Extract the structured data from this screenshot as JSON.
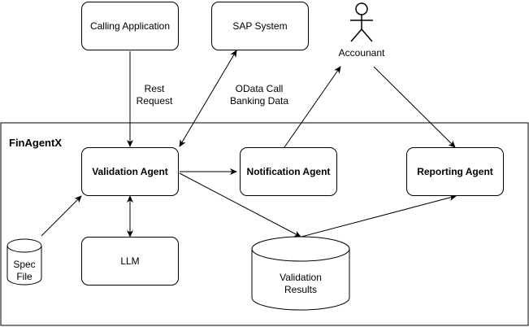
{
  "diagram": {
    "group": {
      "title": "FinAgentX"
    },
    "nodes": {
      "calling_app": "Calling Application",
      "sap": "SAP System",
      "actor": "Accounant",
      "validation": "Validation Agent",
      "notification": "Notification Agent",
      "reporting": "Reporting Agent",
      "llm": "LLM",
      "spec_file_line1": "Spec",
      "spec_file_line2": "File",
      "results_line1": "Validation",
      "results_line2": "Results"
    },
    "edges": {
      "rest_line1": "Rest",
      "rest_line2": "Request",
      "odata_line1": "OData Call",
      "odata_line2": "Banking Data"
    }
  }
}
